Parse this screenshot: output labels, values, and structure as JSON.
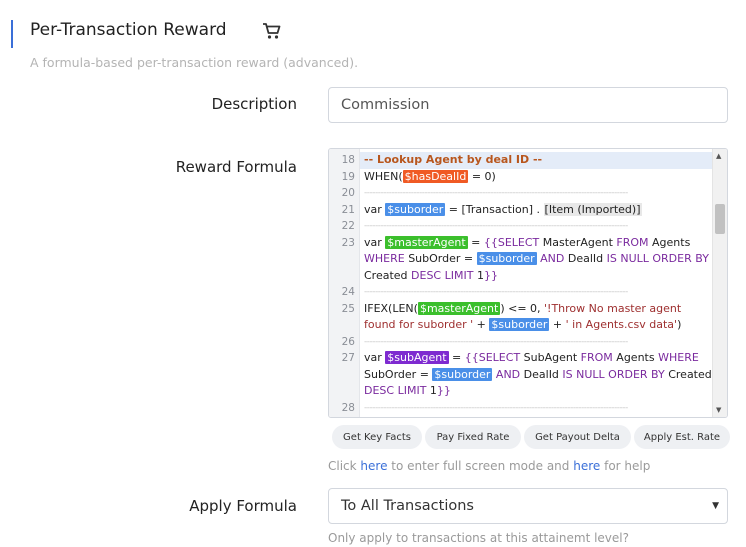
{
  "section": {
    "title": "Per-Transaction Reward",
    "subtitle": "A formula-based per-transaction reward (advanced).",
    "icon": "shopping-cart-icon",
    "accent_color": "#3a6fd8"
  },
  "description": {
    "label": "Description",
    "value": "Commission"
  },
  "formula": {
    "label": "Reward Formula",
    "lines": {
      "l18": {
        "num": "18",
        "comment": "-- Lookup Agent by deal ID --"
      },
      "l19": {
        "num": "19",
        "a": "WHEN(",
        "v1": "$hasDealId",
        "b": " = 0)"
      },
      "l20": {
        "num": "20"
      },
      "l21": {
        "num": "21",
        "a": "var ",
        "v1": "$suborder",
        "b": " = ",
        "t1": "[Transaction]",
        "c": " . ",
        "t2": "[Item (Imported)]"
      },
      "l22": {
        "num": "22"
      },
      "l23": {
        "num": "23",
        "a": "var ",
        "v1": "$masterAgent",
        "b": " = ",
        "p1": "{{",
        "k1": "SELECT",
        "c": " MasterAgent ",
        "k2": "FROM",
        "d": " Agents ",
        "k3": "WHERE",
        "e": " SubOrder = ",
        "v2": "$suborder",
        "f": " ",
        "k4": "AND",
        "g": " DealId ",
        "k5": "IS NULL ORDER BY",
        "h": " Created ",
        "k6": "DESC LIMIT",
        "i": " 1",
        "p2": "}}"
      },
      "l24": {
        "num": "24"
      },
      "l25": {
        "num": "25",
        "a": "IFEX(LEN(",
        "v1": "$masterAgent",
        "b": ") <= 0, ",
        "s1": "'!Throw No master agent found for suborder '",
        "c": " + ",
        "v2": "$suborder",
        "d": " + ",
        "s2": "' in Agents.csv data'",
        "e": ")"
      },
      "l26": {
        "num": "26"
      },
      "l27": {
        "num": "27",
        "a": "var ",
        "v1": "$subAgent",
        "b": " = ",
        "p1": "{{",
        "k1": "SELECT",
        "c": " SubAgent ",
        "k2": "FROM",
        "d": " Agents ",
        "k3": "WHERE",
        "e": " SubOrder = ",
        "v2": "$suborder",
        "f": " ",
        "k4": "AND",
        "g": " DealId ",
        "k5": "IS NULL ORDER BY",
        "h": " Created ",
        "k6": "DESC LIMIT",
        "i": " 1",
        "p2": "}}"
      },
      "l28": {
        "num": "28"
      }
    },
    "buttons": {
      "key_facts": "Get Key Facts",
      "fixed_rate": "Pay Fixed Rate",
      "payout_delta": "Get Payout Delta",
      "est_rate": "Apply Est. Rate"
    },
    "help": {
      "p1": "Click ",
      "link1": "here",
      "p2": " to enter full screen mode and ",
      "link2": "here",
      "p3": " for help"
    }
  },
  "apply": {
    "label": "Apply Formula",
    "selected": "To All Transactions",
    "hint": "Only apply to transactions at this attainemt level?"
  },
  "colors": {
    "var_orange": "#f05a24",
    "var_blue": "#4a8fe8",
    "var_green": "#3bbf2c",
    "var_purple": "#7e2ad0",
    "keyword": "#7a2a9e",
    "comment": "#b8561d"
  }
}
